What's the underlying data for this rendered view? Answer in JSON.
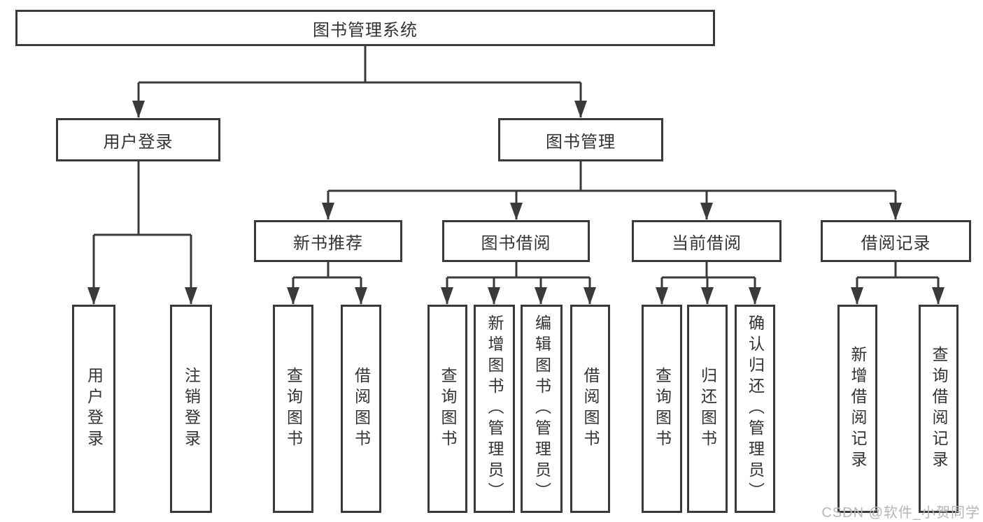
{
  "diagram": {
    "root": {
      "label": "图书管理系统"
    },
    "children": [
      {
        "label": "用户登录",
        "children": [
          {
            "label": "用户登录"
          },
          {
            "label": "注销登录"
          }
        ]
      },
      {
        "label": "图书管理",
        "children": [
          {
            "label": "新书推荐",
            "children": [
              {
                "label": "查询图书"
              },
              {
                "label": "借阅图书"
              }
            ]
          },
          {
            "label": "图书借阅",
            "children": [
              {
                "label": "查询图书"
              },
              {
                "label": "新增图书（管理员）"
              },
              {
                "label": "编辑图书（管理员）"
              },
              {
                "label": "借阅图书"
              }
            ]
          },
          {
            "label": "当前借阅",
            "children": [
              {
                "label": "查询图书"
              },
              {
                "label": "归还图书"
              },
              {
                "label": "确认归还（管理员）"
              }
            ]
          },
          {
            "label": "借阅记录",
            "children": [
              {
                "label": "新增借阅记录"
              },
              {
                "label": "查询借阅记录"
              }
            ]
          }
        ]
      }
    ]
  },
  "watermark": {
    "text": "CSDN @软件_小贺同学"
  },
  "colors": {
    "line": "#3a3a3a",
    "text": "#333333",
    "background": "#ffffff",
    "watermark": "#b3b6bb"
  }
}
